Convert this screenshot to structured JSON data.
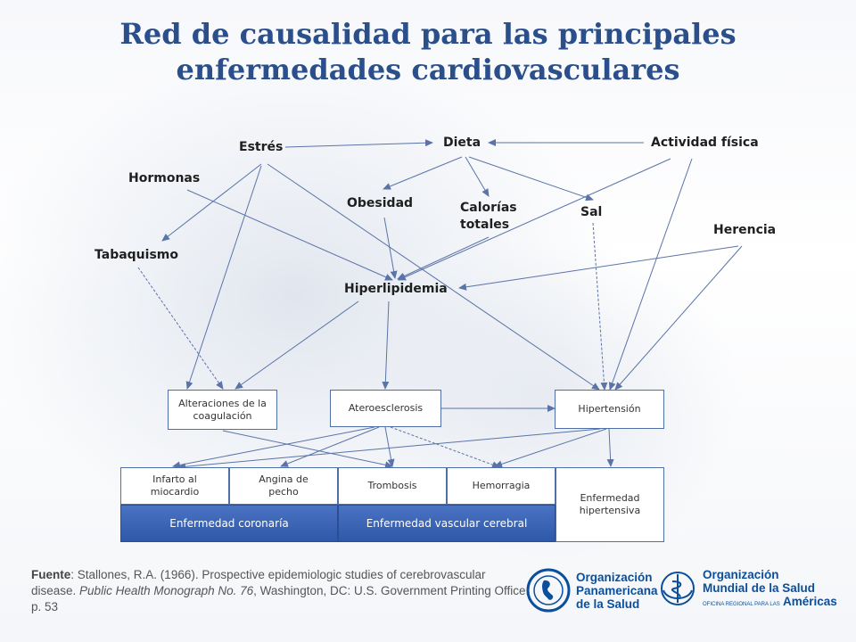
{
  "title": "Red de causalidad para las principales enfermedades cardiovasculares",
  "factors": {
    "estres": "Estrés",
    "dieta": "Dieta",
    "actividad": "Actividad física",
    "hormonas": "Hormonas",
    "obesidad": "Obesidad",
    "calorias": "Calorías totales",
    "sal": "Sal",
    "herencia": "Herencia",
    "tabaquismo": "Tabaquismo",
    "hiperlipidemia": "Hiperlipidemia"
  },
  "mechanisms": {
    "coagulacion": "Alteraciones de la coagulación",
    "aterosclerosis": "Ateroesclerosis",
    "hipertension": "Hipertensión"
  },
  "outcomes": {
    "infarto": "Infarto al miocardio",
    "angina": "Angina de pecho",
    "trombosis": "Trombosis",
    "hemorragia": "Hemorragia",
    "hipertensiva": "Enfermedad hipertensiva"
  },
  "groups": {
    "coronaria": "Enfermedad coronaría",
    "cerebral": "Enfermedad vascular cerebral"
  },
  "source": {
    "label": "Fuente",
    "text1": ": Stallones, R.A. (1966). Prospective epidemiologic studies of cerebrovascular disease. ",
    "italic": "Public Health Monograph No. 76",
    "text2": ", Washington, DC: U.S. Government Printing Office. p. 53"
  },
  "logos": {
    "ops": [
      "Organización",
      "Panamericana",
      "de la Salud"
    ],
    "oms": [
      "Organización",
      "Mundial de la Salud"
    ],
    "oms_small": "OFICINA REGIONAL PARA LAS",
    "oms_region": "Américas"
  },
  "colors": {
    "title": "#2a4f8a",
    "arrow": "#5a73a8",
    "band": "#3a62b3"
  }
}
